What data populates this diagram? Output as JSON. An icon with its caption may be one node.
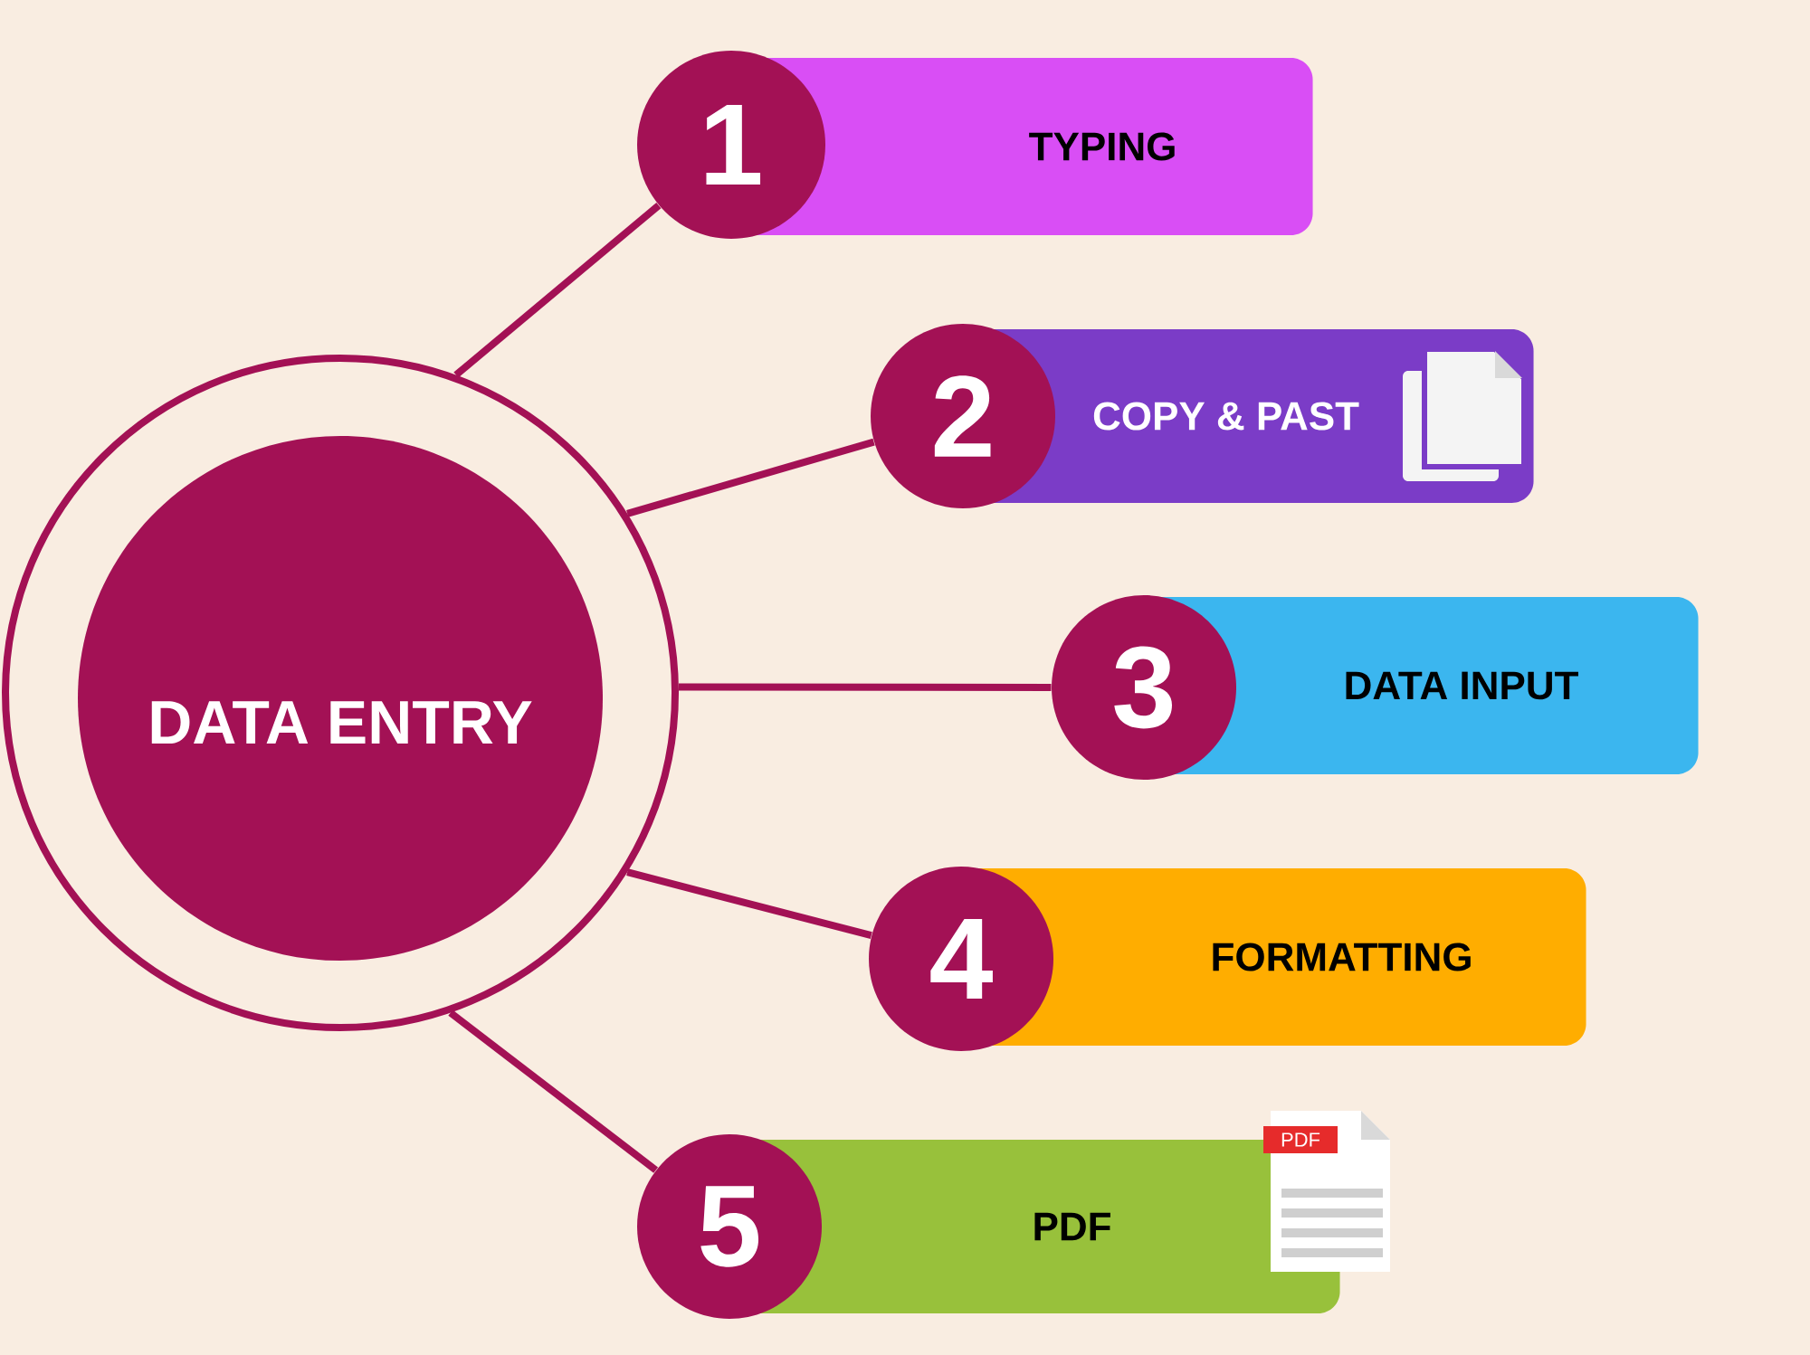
{
  "diagram": {
    "nodes": [
      {
        "text": [],
        "shape": "circle"
      },
      {
        "text": [
          "DATA ENTRY"
        ],
        "in": 0
      },
      {
        "text": [
          "1"
        ]
      },
      {
        "text": [
          "TYPING"
        ]
      },
      {
        "text": [
          "2"
        ]
      },
      {
        "text": [
          "COPY & PAST"
        ]
      },
      {
        "text": [
          "3"
        ]
      },
      {
        "text": [
          "DATA INPUT"
        ]
      },
      {
        "text": [
          "4"
        ]
      },
      {
        "text": [
          "FORMATTING"
        ]
      },
      {
        "text": [
          "5"
        ]
      },
      {
        "text": [
          "PDF"
        ]
      }
    ],
    "edges": [
      {
        "from": 0,
        "to": 2,
        "arrow": "none"
      },
      {
        "from": 0,
        "to": 4,
        "arrow": "none"
      },
      {
        "from": 0,
        "to": 6,
        "arrow": "none"
      },
      {
        "from": 0,
        "to": 8,
        "arrow": "none"
      },
      {
        "from": 0,
        "to": 10,
        "arrow": "none"
      }
    ],
    "labels": [
      "PDF"
    ]
  }
}
